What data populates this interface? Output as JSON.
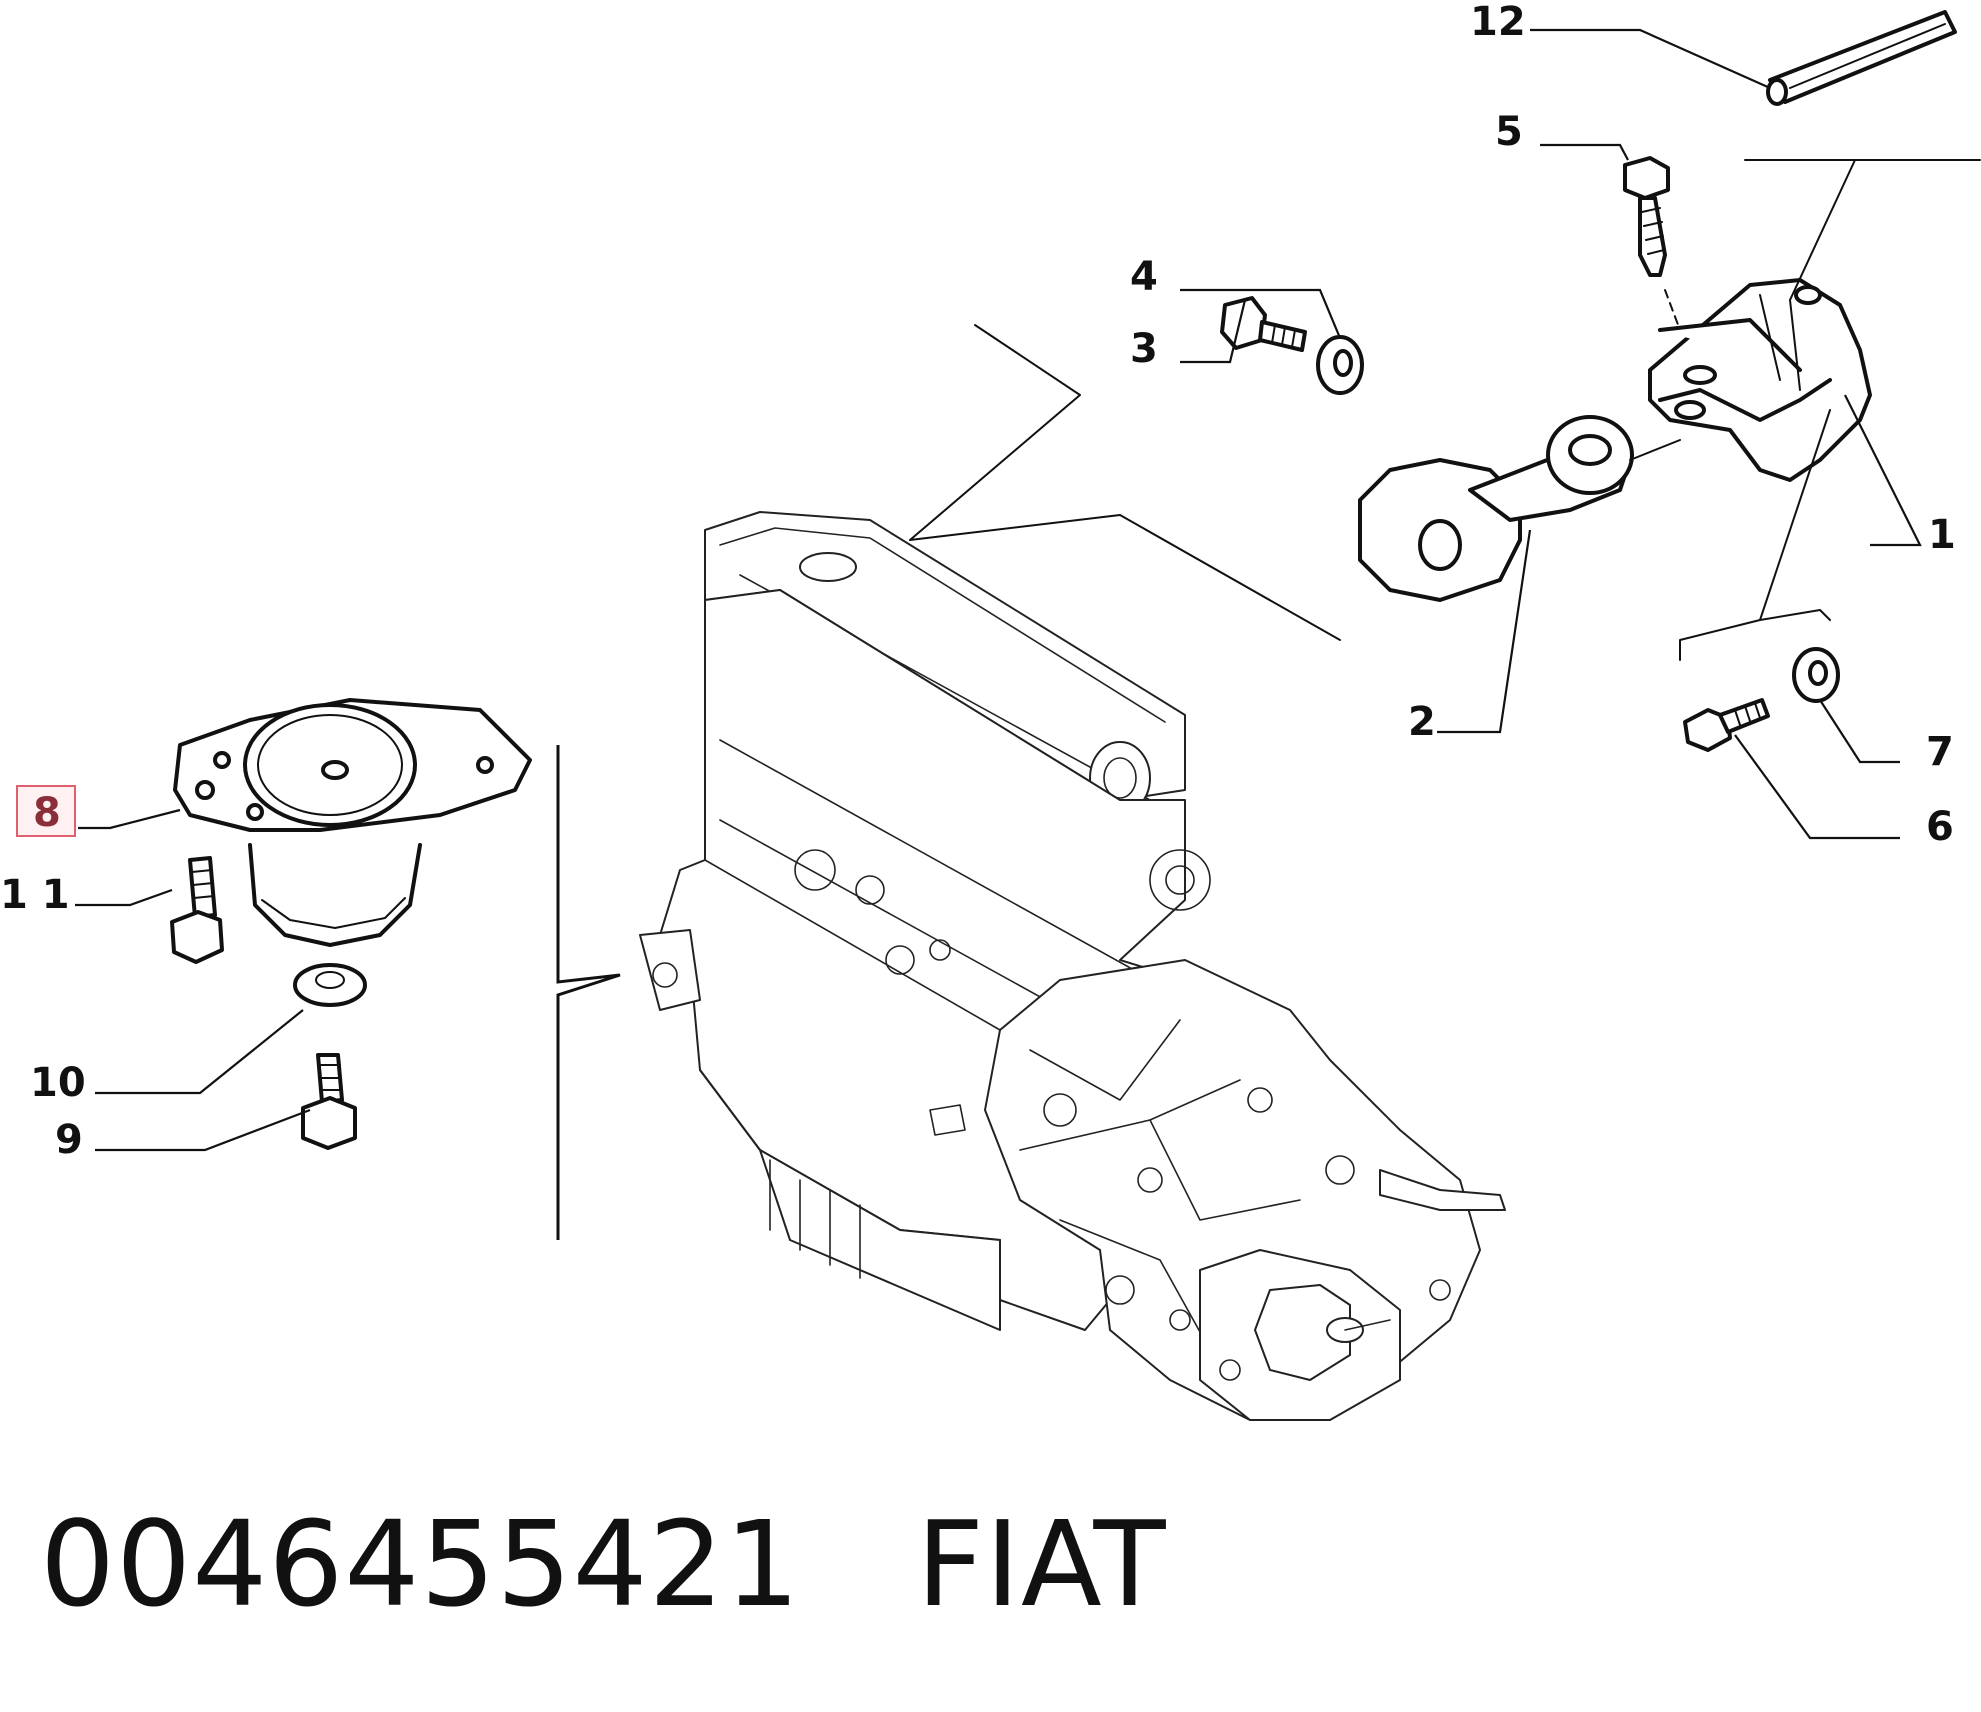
{
  "caption": {
    "part_number": "0046455421",
    "brand": "FIAT"
  },
  "callouts": {
    "c1": "1",
    "c2": "2",
    "c3": "3",
    "c4": "4",
    "c5": "5",
    "c6": "6",
    "c7": "7",
    "c8": "8",
    "c9": "9",
    "c10": "10",
    "c11": "1 1",
    "c12": "12"
  },
  "highlight": {
    "callout": "8",
    "box_color": "#e06070",
    "text_color": "#8a2f3a"
  }
}
